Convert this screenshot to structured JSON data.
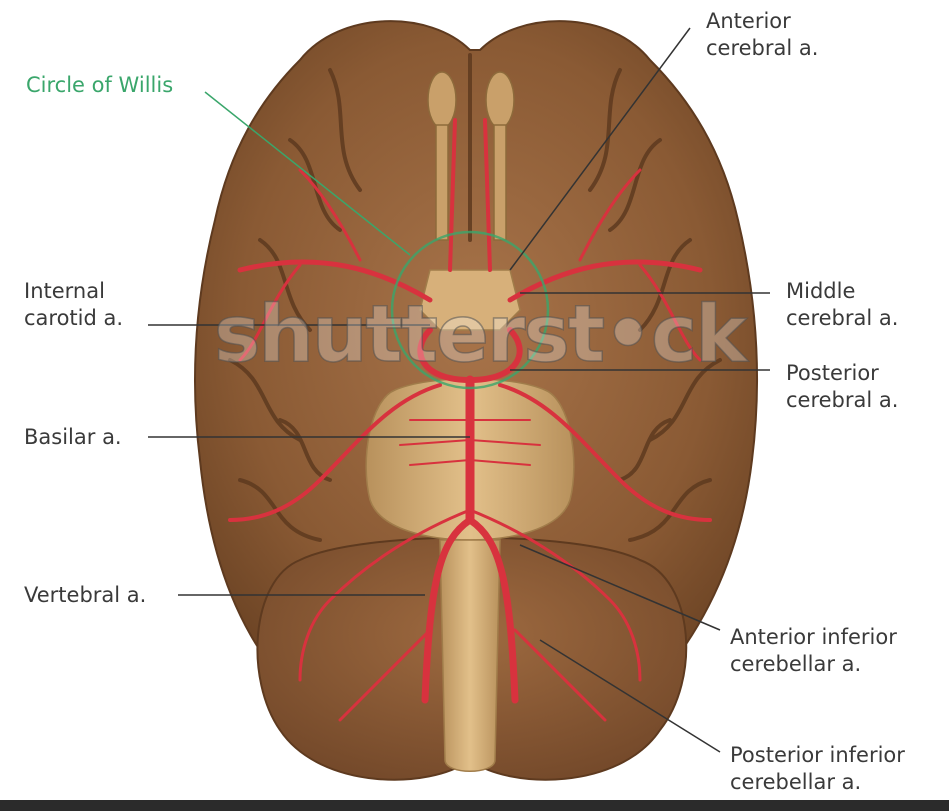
{
  "labels": {
    "circle_of_willis": "Circle of Willis",
    "anterior_cerebral": [
      "Anterior",
      "cerebral a."
    ],
    "internal_carotid": [
      "Internal",
      "carotid a."
    ],
    "middle_cerebral": [
      "Middle",
      "cerebral a."
    ],
    "posterior_cerebral": [
      "Posterior",
      "cerebral a."
    ],
    "basilar": "Basilar a.",
    "vertebral": "Vertebral a.",
    "anterior_inferior_cerebellar": [
      "Anterior inferior",
      "cerebellar a."
    ],
    "posterior_inferior_cerebellar": [
      "Posterior inferior",
      "cerebellar a."
    ]
  },
  "watermark": "shutterst•ck",
  "colors": {
    "brain": "#8a5a34",
    "brain_light": "#a26d42",
    "sulcus": "#5e3a1f",
    "artery": "#d8323e",
    "brainstem": "#d8b37c",
    "highlight_circle": "#3aa66b",
    "leader_line": "#333333",
    "label_text": "#3a3a3a"
  }
}
